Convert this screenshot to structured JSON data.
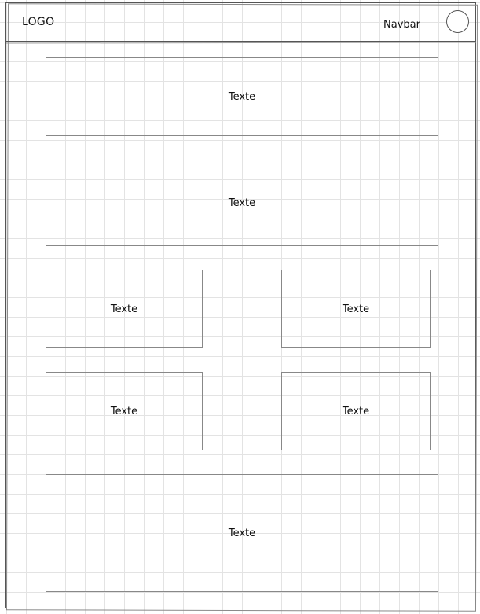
{
  "header": {
    "logo": "LOGO",
    "nav_label": "Navbar"
  },
  "blocks": [
    {
      "label": "Texte"
    },
    {
      "label": "Texte"
    },
    {
      "label": "Texte"
    },
    {
      "label": "Texte"
    },
    {
      "label": "Texte"
    },
    {
      "label": "Texte"
    },
    {
      "label": "Texte"
    }
  ],
  "colors": {
    "background": "#ffffff",
    "grid": "#e3e3e3",
    "stroke": "#555555",
    "box_stroke": "#888888",
    "text": "#111111"
  },
  "icons": {
    "avatar": "avatar-circle-icon"
  }
}
